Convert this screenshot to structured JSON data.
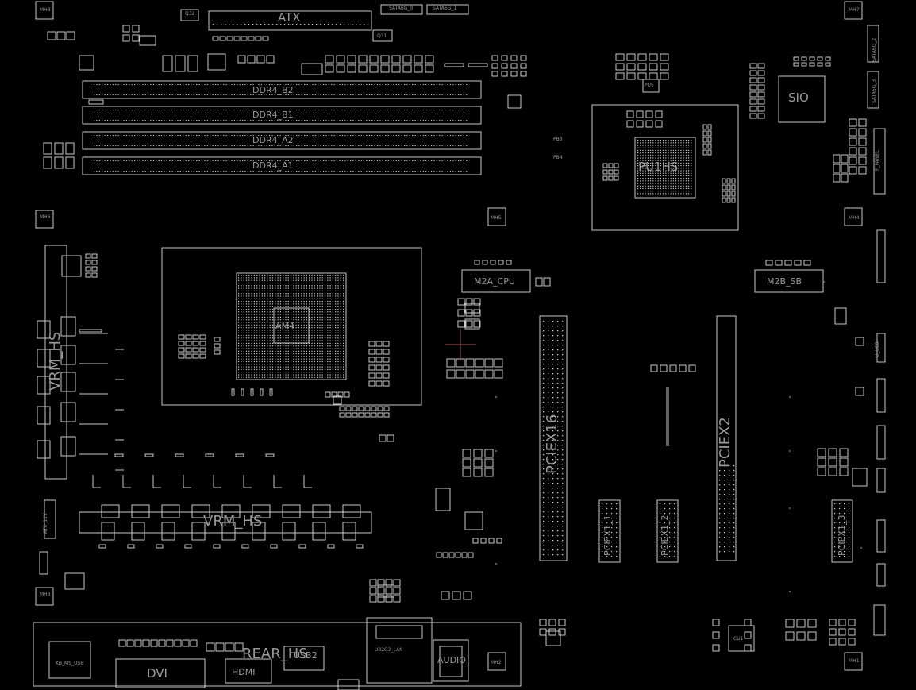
{
  "theme": {
    "background": "#000000",
    "line": "#c8c8c8",
    "label": "#9a9a9a",
    "cursor": "#a05050"
  },
  "labels": {
    "atx": "ATX",
    "q32": "Q32",
    "q31": "Q31",
    "sata6g_0": "SATA6G_0",
    "sata6g_1": "SATA6G_1",
    "sata6g_2": "SATA6G_2",
    "sata6g_3": "SATA6G_3",
    "ddr4_b2": "DDR4_B2",
    "ddr4_b1": "DDR4_B1",
    "ddr4_a2": "DDR4_A2",
    "ddr4_a1": "DDR4_A1",
    "mh8": "MH8",
    "mh7": "MH7",
    "mh6": "MH6",
    "mh5": "MH5",
    "mh4": "MH4",
    "mh3": "MH3",
    "mh2": "MH2",
    "mh1": "MH1",
    "pu5": "PU5",
    "pu1_hs": "PU1HS",
    "sio": "SIO",
    "f_panel": "F_PANEL",
    "m2a_cpu": "M2A_CPU",
    "m2b_sb": "M2B_SB",
    "am4": "AM4",
    "pciex16": "PCIEX16",
    "pciex2": "PCIEX2",
    "pciex1_1": "PCIEX1_1",
    "pciex1_2": "PCIEX1_2",
    "pciex1_3": "PCIEX1_3",
    "vrm_left": "VRM_HS",
    "vrm_bottom": "VRM_HS",
    "atx_12v": "ATX_12V",
    "dvi": "DVI",
    "hdmi": "HDMI",
    "usb2": "USB2",
    "u32g2_lan": "U32G2_LAN",
    "audio": "AUDIO",
    "rear_hs": "REAR_HS",
    "cu1": "CU1",
    "ks_usb": "KB_MS_USB",
    "u_usb": "U_USB",
    "pb3": "PB3",
    "pb4": "PB4"
  }
}
